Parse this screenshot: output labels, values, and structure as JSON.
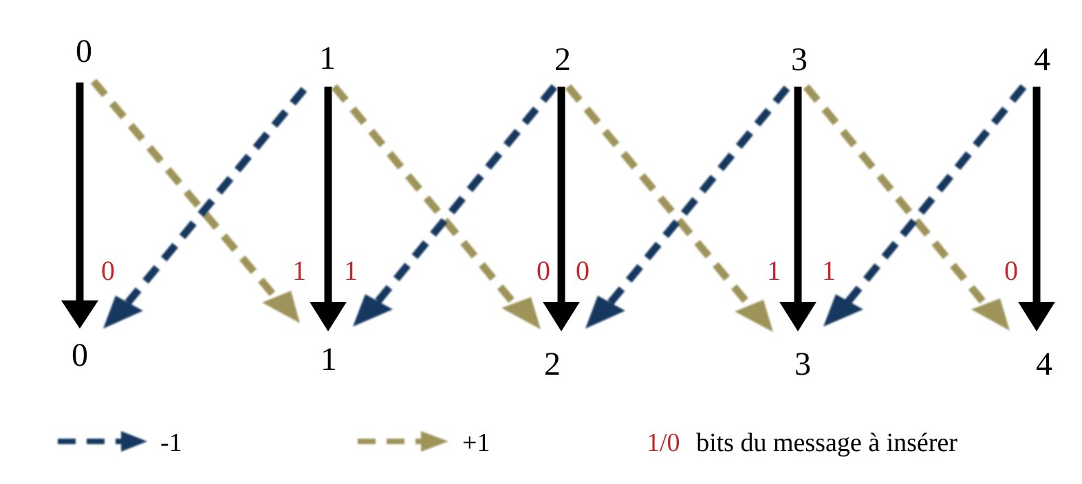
{
  "colors": {
    "background": "#ffffff",
    "vertical_arrow": "#000000",
    "minus_arrow": "#17375e",
    "plus_arrow": "#9e945a",
    "bit_text": "#c0282d",
    "text": "#000000"
  },
  "top_nodes": [
    "0",
    "1",
    "2",
    "3",
    "4"
  ],
  "bottom_nodes": [
    "0",
    "1",
    "2",
    "3",
    "4"
  ],
  "transitions": [
    {
      "from": 1,
      "to": 0,
      "delta": "-1",
      "bit": "0"
    },
    {
      "from": 0,
      "to": 1,
      "delta": "+1",
      "bit": "1"
    },
    {
      "from": 2,
      "to": 1,
      "delta": "-1",
      "bit": "1"
    },
    {
      "from": 1,
      "to": 2,
      "delta": "+1",
      "bit": "0"
    },
    {
      "from": 3,
      "to": 2,
      "delta": "-1",
      "bit": "0"
    },
    {
      "from": 2,
      "to": 3,
      "delta": "+1",
      "bit": "1"
    },
    {
      "from": 4,
      "to": 3,
      "delta": "-1",
      "bit": "1"
    },
    {
      "from": 3,
      "to": 4,
      "delta": "+1",
      "bit": "0"
    }
  ],
  "legend": {
    "minus_label": "-1",
    "plus_label": "+1",
    "bits_label_colored": "1/0",
    "bits_label_text": "bits du message à insérer"
  }
}
